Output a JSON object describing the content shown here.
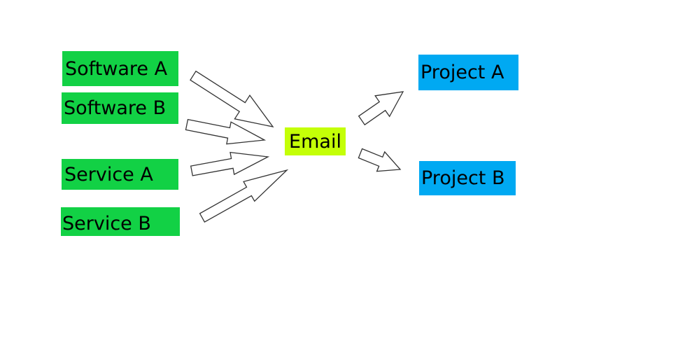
{
  "sources": [
    {
      "label": "Software A"
    },
    {
      "label": "Software B"
    },
    {
      "label": "Service A"
    },
    {
      "label": "Service B"
    }
  ],
  "hub": {
    "label": "Email"
  },
  "targets": [
    {
      "label": "Project A"
    },
    {
      "label": "Project B"
    }
  ],
  "colors": {
    "source_fill": "#12d145",
    "hub_fill": "#c4ff07",
    "target_fill": "#00a9f2",
    "arrow_fill": "#ffffff",
    "arrow_stroke": "#333333"
  }
}
